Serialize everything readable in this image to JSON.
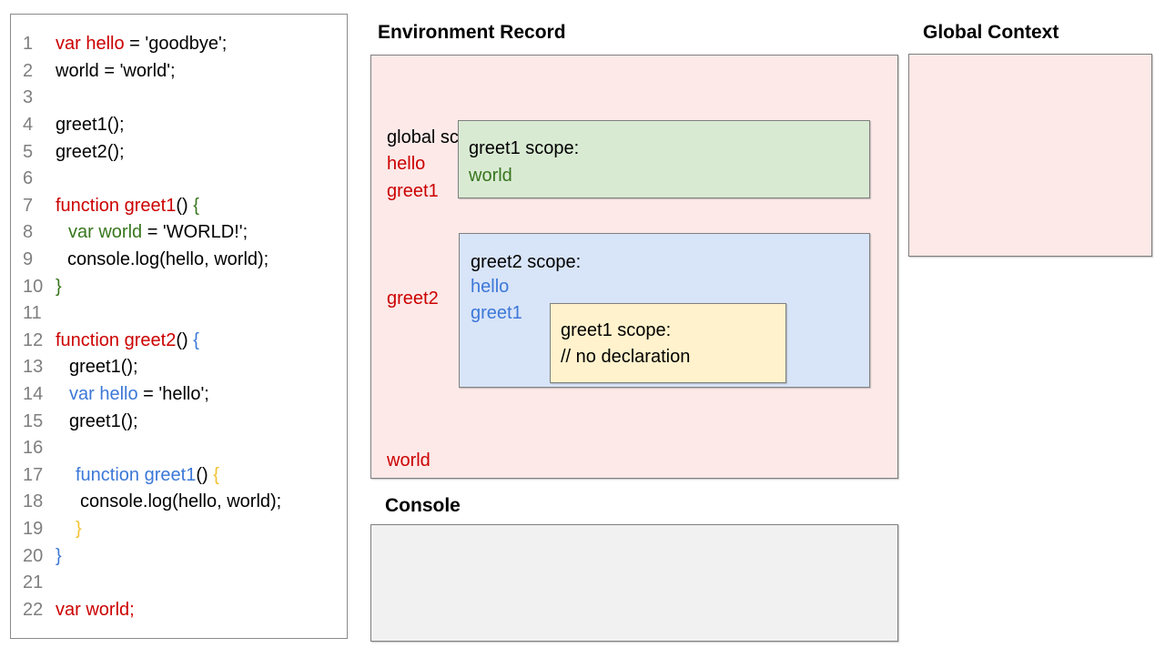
{
  "colors": {
    "red": "#cc0000",
    "green": "#38761d",
    "blue": "#3c78d8",
    "yellow": "#f1c232",
    "pink": "#fce9e8",
    "lightgreen": "#d9ead3",
    "lightblue": "#d8e4f8",
    "lightyellow": "#fff2cc",
    "gray": "#f1f1f1"
  },
  "code_panel": {
    "lines": [
      {
        "n": "1",
        "indent": 0,
        "segments": [
          {
            "t": "var hello",
            "c": "red"
          },
          {
            "t": " = 'goodbye';",
            "c": "black"
          }
        ]
      },
      {
        "n": "2",
        "indent": 0,
        "segments": [
          {
            "t": "world = 'world';",
            "c": "black"
          }
        ]
      },
      {
        "n": "3",
        "indent": 0,
        "segments": []
      },
      {
        "n": "4",
        "indent": 0,
        "segments": [
          {
            "t": "greet1();",
            "c": "black"
          }
        ]
      },
      {
        "n": "5",
        "indent": 0,
        "segments": [
          {
            "t": "greet2();",
            "c": "black"
          }
        ]
      },
      {
        "n": "6",
        "indent": 0,
        "segments": []
      },
      {
        "n": "7",
        "indent": 0,
        "segments": [
          {
            "t": "function greet1",
            "c": "red"
          },
          {
            "t": "() ",
            "c": "black"
          },
          {
            "t": "{",
            "c": "green"
          }
        ]
      },
      {
        "n": "8",
        "indent": 14,
        "segments": [
          {
            "t": "var world",
            "c": "green"
          },
          {
            "t": " = 'WORLD!';",
            "c": "black"
          }
        ]
      },
      {
        "n": "9",
        "indent": 13,
        "segments": [
          {
            "t": "console.log(hello, world);",
            "c": "black"
          }
        ]
      },
      {
        "n": "10",
        "indent": 0,
        "segments": [
          {
            "t": "}",
            "c": "green"
          }
        ]
      },
      {
        "n": "11",
        "indent": 0,
        "segments": []
      },
      {
        "n": "12",
        "indent": 0,
        "segments": [
          {
            "t": "function greet2",
            "c": "red"
          },
          {
            "t": "() ",
            "c": "black"
          },
          {
            "t": "{",
            "c": "blue"
          }
        ]
      },
      {
        "n": "13",
        "indent": 15,
        "segments": [
          {
            "t": "greet1();",
            "c": "black"
          }
        ]
      },
      {
        "n": "14",
        "indent": 15,
        "segments": [
          {
            "t": "var hello",
            "c": "blue"
          },
          {
            "t": " = 'hello';",
            "c": "black"
          }
        ]
      },
      {
        "n": "15",
        "indent": 15,
        "segments": [
          {
            "t": "greet1();",
            "c": "black"
          }
        ]
      },
      {
        "n": "16",
        "indent": 0,
        "segments": []
      },
      {
        "n": "17",
        "indent": 22,
        "segments": [
          {
            "t": "function greet1",
            "c": "blue"
          },
          {
            "t": "() ",
            "c": "black"
          },
          {
            "t": "{",
            "c": "yellow"
          }
        ]
      },
      {
        "n": "18",
        "indent": 27,
        "segments": [
          {
            "t": "console.log(hello, world);",
            "c": "black"
          }
        ]
      },
      {
        "n": "19",
        "indent": 22,
        "segments": [
          {
            "t": "}",
            "c": "yellow"
          }
        ]
      },
      {
        "n": "20",
        "indent": 0,
        "segments": [
          {
            "t": "}",
            "c": "blue"
          }
        ]
      },
      {
        "n": "21",
        "indent": 0,
        "segments": []
      },
      {
        "n": "22",
        "indent": 0,
        "segments": [
          {
            "t": "var world;",
            "c": "red"
          }
        ]
      }
    ]
  },
  "environment_record": {
    "title": "Environment Record",
    "global_scope_label": "global scope:",
    "hello_label": "hello",
    "greet1_label": "greet1",
    "greet2_label": "greet2",
    "world_label": "world",
    "greet1_scope": {
      "label": "greet1 scope:",
      "world": "world"
    },
    "greet2_scope": {
      "label": "greet2 scope:",
      "hello": "hello",
      "greet1": "greet1",
      "inner_greet1_scope": {
        "label": "greet1 scope:",
        "comment": "// no declaration"
      }
    }
  },
  "global_context": {
    "title": "Global Context"
  },
  "console": {
    "title": "Console"
  }
}
